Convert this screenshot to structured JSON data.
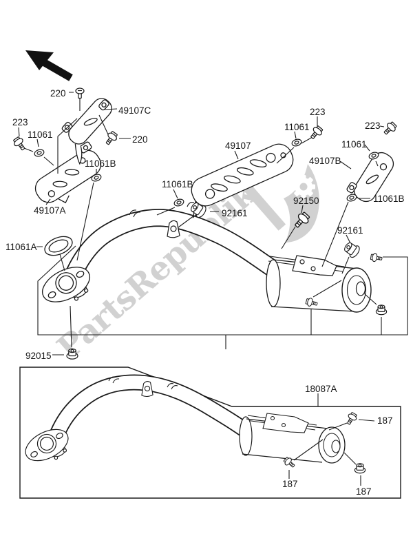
{
  "watermark": {
    "text": "PartsRepublik",
    "color": "#c6c6c6"
  },
  "icons": {
    "direction_arrow": "arrow-up-left-icon",
    "gear": "gear-icon"
  },
  "parts": {
    "labels": [
      "220",
      "49107C",
      "223",
      "11061",
      "220",
      "11061B",
      "11061B",
      "49107",
      "11061",
      "223",
      "223",
      "11061",
      "49107B",
      "11061B",
      "92150",
      "92161",
      "92161",
      "49107A",
      "11061A",
      "92015",
      "18087A",
      "187",
      "187",
      "187"
    ]
  }
}
